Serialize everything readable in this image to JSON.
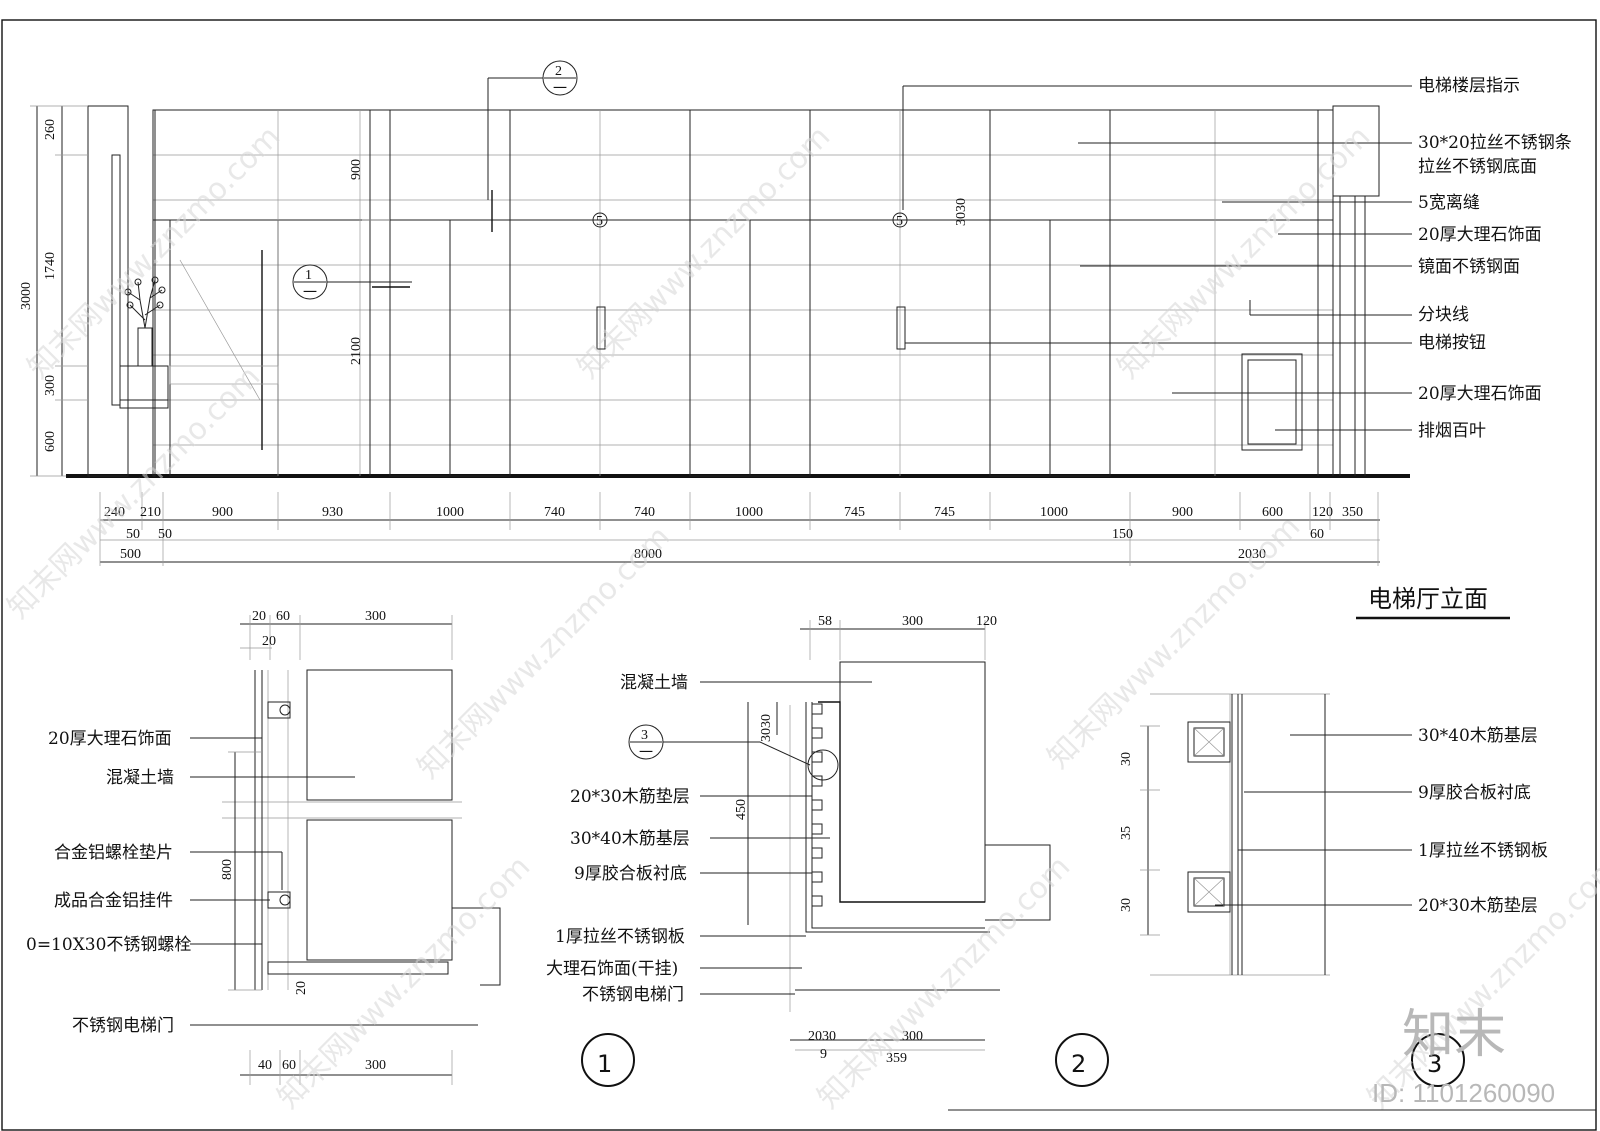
{
  "drawing_title": "电梯厅立面",
  "elevation_annotations": [
    "电梯楼层指示",
    "30*20拉丝不锈钢条",
    "拉丝不锈钢底面",
    "5宽离缝",
    "20厚大理石饰面",
    "镜面不锈钢面",
    "分块线",
    "电梯按钮",
    "20厚大理石饰面",
    "排烟百叶"
  ],
  "elevation_dims_left": [
    "260",
    "1740",
    "300",
    "600",
    "3000"
  ],
  "elevation_dims_inner": [
    "900",
    "2100",
    "3030"
  ],
  "elevation_dims_bottom": [
    "240",
    "210",
    "900",
    "930",
    "1000",
    "740",
    "740",
    "1000",
    "745",
    "745",
    "1000",
    "900",
    "600",
    "120",
    "350"
  ],
  "elevation_dims_bottom2": [
    "50",
    "50",
    "150",
    "60"
  ],
  "elevation_dims_total": [
    "500",
    "8000",
    "2030"
  ],
  "section_markers": {
    "m1": {
      "num": "1",
      "sheet": "一"
    },
    "m2": {
      "num": "2",
      "sheet": "一"
    },
    "m3": {
      "num": "3",
      "sheet": "一"
    },
    "m5": "5"
  },
  "detail1": {
    "labels": [
      "20厚大理石饰面",
      "混凝土墙",
      "合金铝螺栓垫片",
      "成品合金铝挂件",
      "0=10X30不锈钢螺栓",
      "不锈钢电梯门"
    ],
    "dims_top": [
      "20",
      "60",
      "300",
      "20"
    ],
    "dims_bottom": [
      "40",
      "60",
      "300"
    ],
    "dims_side": [
      "800",
      "20"
    ],
    "number": "1"
  },
  "detail2": {
    "labels": [
      "混凝土墙",
      "20*30木筋垫层",
      "30*40木筋基层",
      "9厚胶合板衬底",
      "1厚拉丝不锈钢板",
      "大理石饰面(干挂)",
      "不锈钢电梯门"
    ],
    "dims_top": [
      "58",
      "300",
      "120"
    ],
    "dims_bottom": [
      "2030",
      "300",
      "9",
      "359"
    ],
    "dims_side": [
      "3030",
      "450"
    ],
    "number": "2"
  },
  "detail3": {
    "labels": [
      "30*40木筋基层",
      "9厚胶合板衬底",
      "1厚拉丝不锈钢板",
      "20*30木筋垫层"
    ],
    "dims_side": [
      "30",
      "35",
      "30"
    ],
    "number": "3"
  },
  "watermark": "知末网www.znzmo.com",
  "brand": "知末",
  "id_text": "ID: 1101260090"
}
